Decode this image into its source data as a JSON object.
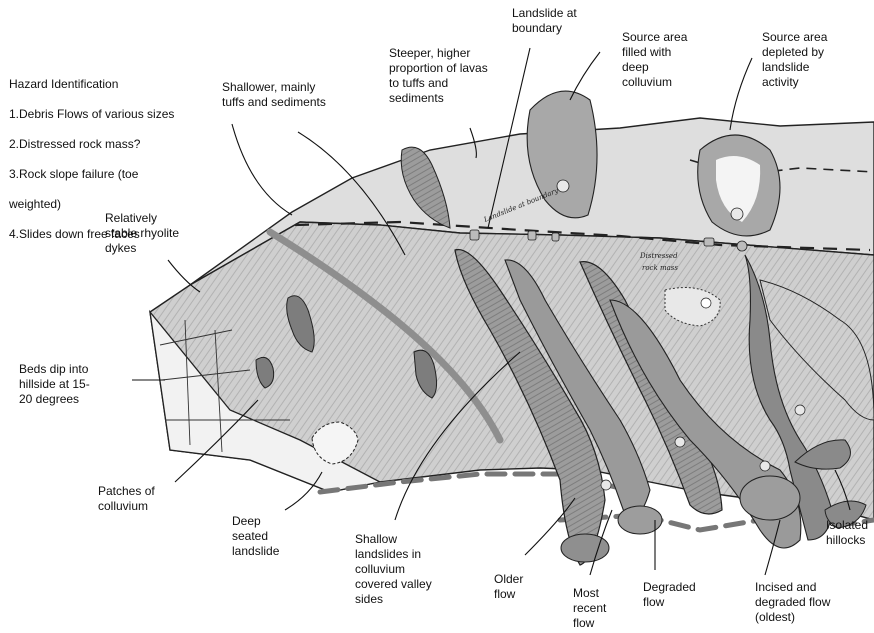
{
  "hazard": {
    "title": "Hazard Identification",
    "items": [
      "1.Debris Flows of various sizes",
      "2.Distressed rock mass?",
      "3.Rock slope failure (toe",
      "weighted)",
      "4.Slides down free faces"
    ]
  },
  "labels": {
    "shallower": "Shallower, mainly\ntuffs and sediments",
    "steeper": "Steeper, higher\nproportion of lavas\nto tuffs and\nsediments",
    "landslide_boundary": "Landslide at\nboundary",
    "source_filled": "Source area\nfilled with\ndeep\ncolluvium",
    "source_depleted": "Source area\ndepleted by\nlandslide\nactivity",
    "stable_rhyolite": "Relatively\nstable rhyolite\ndykes",
    "beds_dip": "Beds dip into\nhillside at 15-\n20 degrees",
    "patches": "Patches of\ncolluvium",
    "deep_seated": "Deep\nseated\nlandslide",
    "shallow_landslides": "Shallow\nlandslides in\ncolluvium\ncovered valley\nsides",
    "older_flow": "Older\nflow",
    "most_recent": "Most\nrecent\nflow",
    "degraded_flow": "Degraded\nflow",
    "incised": "Incised and\ndegraded flow\n(oldest)",
    "isolated": "Isolated\nhillocks"
  },
  "sketch_notes": {
    "distressed": "Distressed\nrock mass",
    "landslide_small": "Landslide at boundary"
  },
  "colors": {
    "shading": "#bdbdbd",
    "dark_shading": "#8a8a8a",
    "dash": "#6e6e6e",
    "ink": "#222222"
  }
}
